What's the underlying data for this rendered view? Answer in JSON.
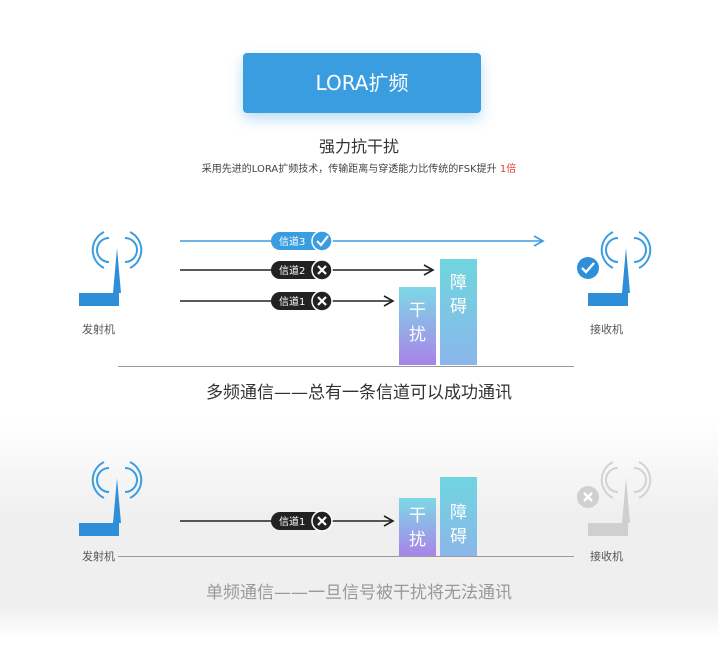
{
  "header": {
    "button_label": "LORA扩频",
    "subtitle": "强力抗干扰",
    "desc_prefix": "采用先进的LORA扩频技术，传输距离与穿透能力比传统的FSK提升",
    "desc_highlight": "1倍"
  },
  "multi": {
    "sender_label": "发射机",
    "receiver_label": "接收机",
    "channels": [
      {
        "label": "信道3",
        "status": "pass"
      },
      {
        "label": "信道2",
        "status": "blocked"
      },
      {
        "label": "信道1",
        "status": "blocked"
      }
    ],
    "interference_char1": "干",
    "interference_char2": "扰",
    "obstacle_char1": "障",
    "obstacle_char2": "碍",
    "caption": "多频通信——总有一条信道可以成功通讯",
    "receiver_status": "check-icon"
  },
  "single": {
    "sender_label": "发射机",
    "receiver_label": "接收机",
    "channel": {
      "label": "信道1",
      "status": "blocked"
    },
    "interference_char1": "干",
    "interference_char2": "扰",
    "obstacle_char1": "障",
    "obstacle_char2": "碍",
    "caption": "单频通信——一旦信号被干扰将无法通讯",
    "receiver_status": "x-icon"
  },
  "colors": {
    "accent": "#3a9de0",
    "dark": "#222222",
    "highlight": "#e53b2f",
    "disabled": "#cccccc"
  }
}
